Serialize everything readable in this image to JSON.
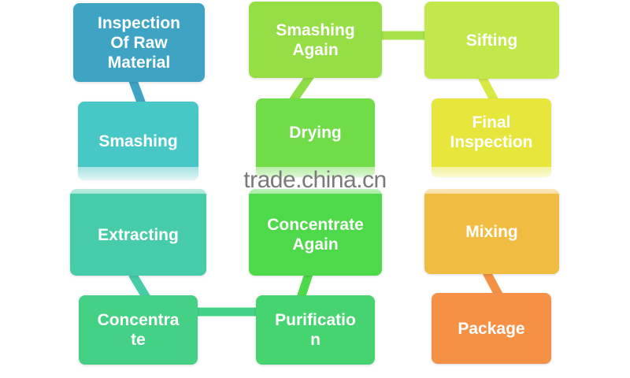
{
  "steps": [
    {
      "label": "Inspection\nOf Raw\nMaterial",
      "color": "#3fa4c4"
    },
    {
      "label": "Smashing",
      "color": "#47c7c5"
    },
    {
      "label": "Extracting",
      "color": "#47cca9"
    },
    {
      "label": "Concentra\nte",
      "color": "#44d185"
    },
    {
      "label": "Purificatio\nn",
      "color": "#45d46f"
    },
    {
      "label": "Concentrate\nAgain",
      "color": "#4ed94a"
    },
    {
      "label": "Drying",
      "color": "#6fdc48"
    },
    {
      "label": "Smashing\nAgain",
      "color": "#96de45"
    },
    {
      "label": "Sifting",
      "color": "#c2e84c"
    },
    {
      "label": "Final\nInspection",
      "color": "#e6e63c"
    },
    {
      "label": "Mixing",
      "color": "#f0bc42"
    },
    {
      "label": "Package",
      "color": "#f59045"
    }
  ],
  "watermark": "trade.china.cn"
}
